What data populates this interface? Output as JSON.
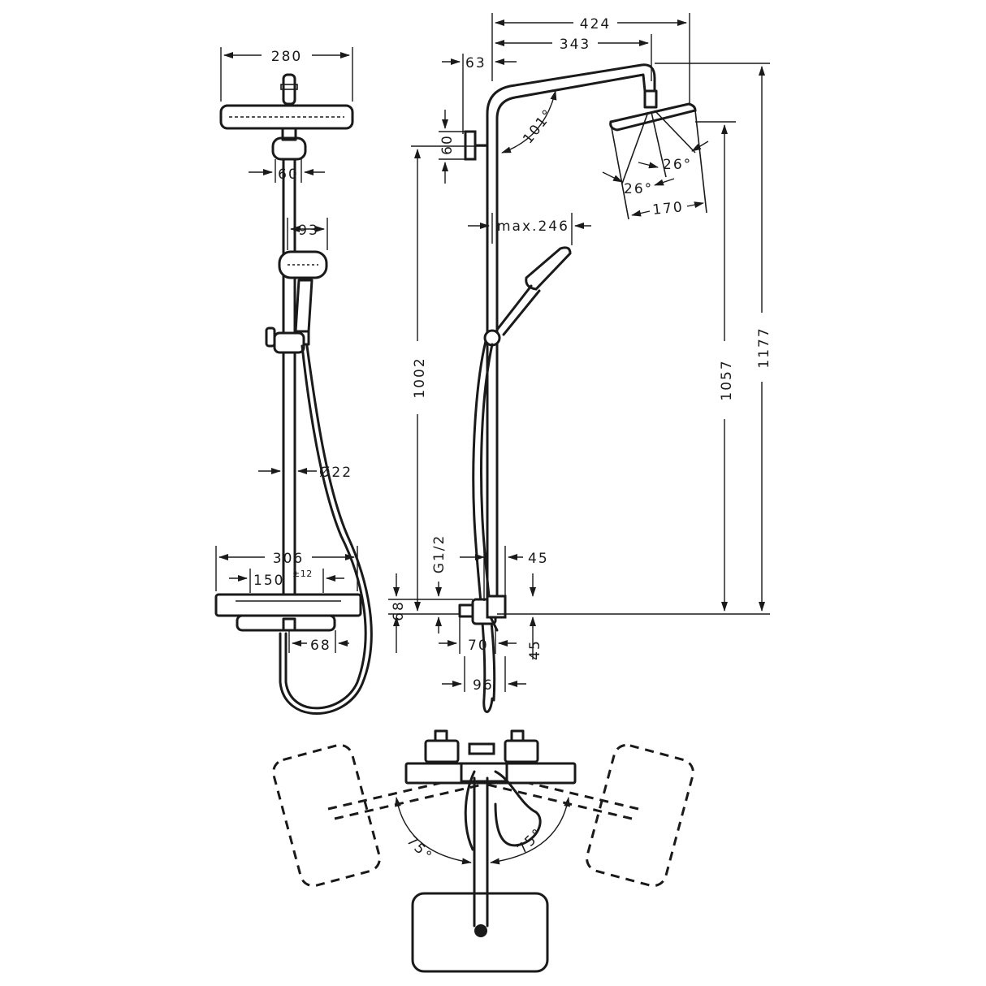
{
  "dimensions": {
    "head_width": "280",
    "bracket_width": "60",
    "hand_shower_width": "93",
    "rail_diameter": "Ø22",
    "thermostat_width": "306",
    "inlet_spacing": "150",
    "inlet_tolerance": "±12",
    "outlet_offset": "68",
    "arm_projection_total": "424",
    "arm_projection": "343",
    "wall_offset_top": "63",
    "bracket_height": "60",
    "arm_angle": "101°",
    "head_tilt_a": "26°",
    "head_tilt_b": "26°",
    "head_depth": "170",
    "hand_shower_reach": "max.246",
    "rail_height": "1002",
    "head_height": "1057",
    "total_height": "1177",
    "thread": "G1/2",
    "wall_to_valve": "45",
    "valve_height": "68",
    "valve_depth": "70",
    "valve_below": "45",
    "valve_projection": "96",
    "swivel_left": "75°",
    "swivel_right": "75°"
  }
}
